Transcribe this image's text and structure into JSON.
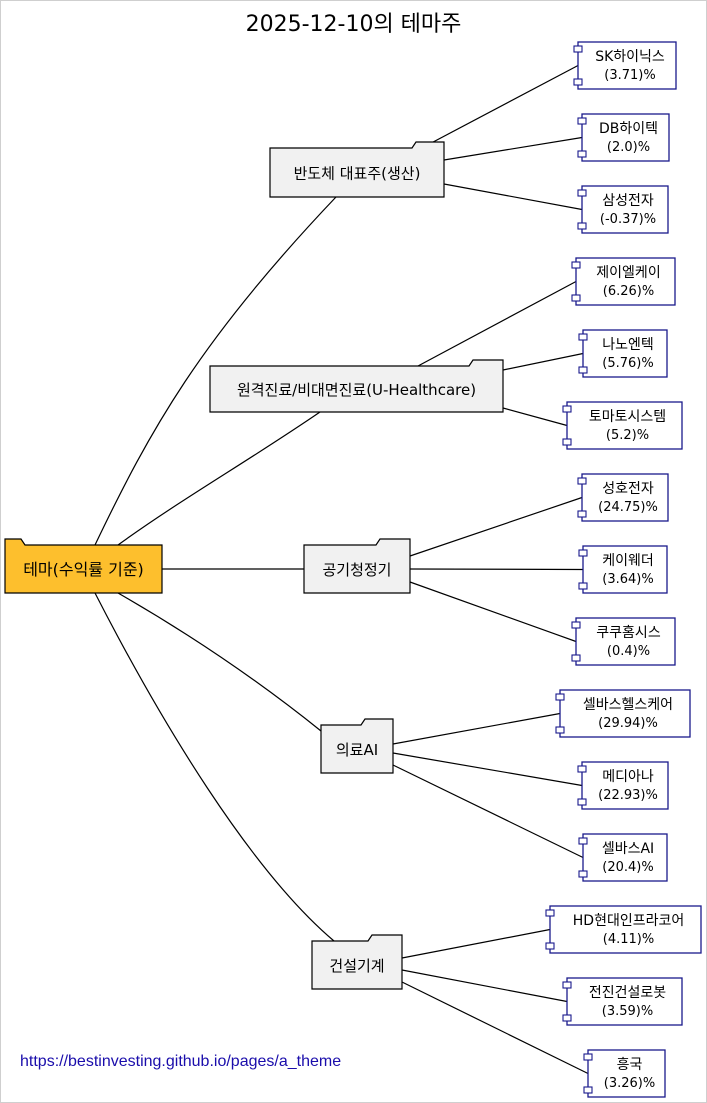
{
  "title": "2025-12-10의 테마주",
  "footer_link": "https://bestinvesting.github.io/pages/a_theme",
  "colors": {
    "root": "#fdbf2d",
    "theme": "#f1f1f1",
    "stock_border": "#1a1a8c"
  },
  "root": {
    "label": "테마(수익률 기준)"
  },
  "themes": [
    {
      "name": "반도체 대표주(생산)",
      "stocks": [
        {
          "name": "SK하이닉스",
          "change": "(3.71)%"
        },
        {
          "name": "DB하이텍",
          "change": "(2.0)%"
        },
        {
          "name": "삼성전자",
          "change": "(-0.37)%"
        }
      ]
    },
    {
      "name": "원격진료/비대면진료(U-Healthcare)",
      "stocks": [
        {
          "name": "제이엘케이",
          "change": "(6.26)%"
        },
        {
          "name": "나노엔텍",
          "change": "(5.76)%"
        },
        {
          "name": "토마토시스템",
          "change": "(5.2)%"
        }
      ]
    },
    {
      "name": "공기청정기",
      "stocks": [
        {
          "name": "성호전자",
          "change": "(24.75)%"
        },
        {
          "name": "케이웨더",
          "change": "(3.64)%"
        },
        {
          "name": "쿠쿠홈시스",
          "change": "(0.4)%"
        }
      ]
    },
    {
      "name": "의료AI",
      "stocks": [
        {
          "name": "셀바스헬스케어",
          "change": "(29.94)%"
        },
        {
          "name": "메디아나",
          "change": "(22.93)%"
        },
        {
          "name": "셀바스AI",
          "change": "(20.4)%"
        }
      ]
    },
    {
      "name": "건설기계",
      "stocks": [
        {
          "name": "HD현대인프라코어",
          "change": "(4.11)%"
        },
        {
          "name": "전진건설로봇",
          "change": "(3.59)%"
        },
        {
          "name": "흥국",
          "change": "(3.26)%"
        }
      ]
    }
  ]
}
